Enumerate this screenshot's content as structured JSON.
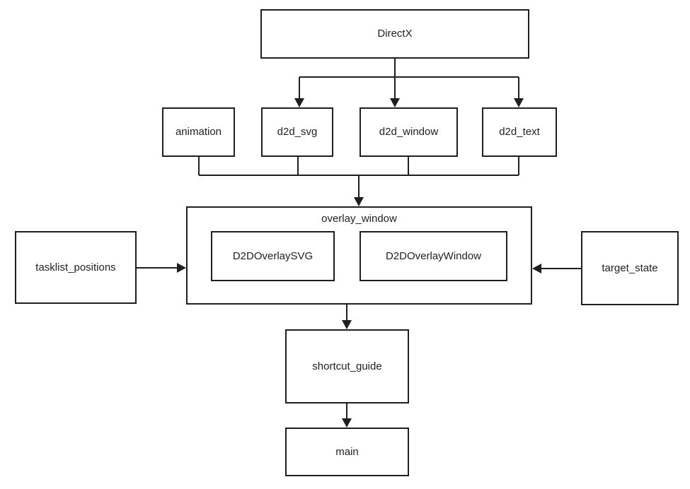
{
  "nodes": {
    "directx": {
      "label": "DirectX"
    },
    "animation": {
      "label": "animation"
    },
    "d2d_svg": {
      "label": "d2d_svg"
    },
    "d2d_window": {
      "label": "d2d_window"
    },
    "d2d_text": {
      "label": "d2d_text"
    },
    "overlay_window": {
      "label": "overlay_window"
    },
    "d2d_overlay_svg": {
      "label": "D2DOverlaySVG"
    },
    "d2d_overlay_window": {
      "label": "D2DOverlayWindow"
    },
    "tasklist_positions": {
      "label": "tasklist_positions"
    },
    "target_state": {
      "label": "target_state"
    },
    "shortcut_guide": {
      "label": "shortcut_guide"
    },
    "main": {
      "label": "main"
    }
  },
  "edges": [
    {
      "from": "DirectX",
      "to": "d2d_svg"
    },
    {
      "from": "DirectX",
      "to": "d2d_window"
    },
    {
      "from": "DirectX",
      "to": "d2d_text"
    },
    {
      "from": "animation",
      "to": "overlay_window"
    },
    {
      "from": "d2d_svg",
      "to": "overlay_window"
    },
    {
      "from": "d2d_window",
      "to": "overlay_window"
    },
    {
      "from": "d2d_text",
      "to": "overlay_window"
    },
    {
      "from": "tasklist_positions",
      "to": "overlay_window"
    },
    {
      "from": "target_state",
      "to": "overlay_window"
    },
    {
      "from": "overlay_window",
      "to": "shortcut_guide"
    },
    {
      "from": "shortcut_guide",
      "to": "main"
    }
  ],
  "colors": {
    "line": "#1f1f1f",
    "text": "#1f1f1f",
    "background": "#ffffff"
  }
}
